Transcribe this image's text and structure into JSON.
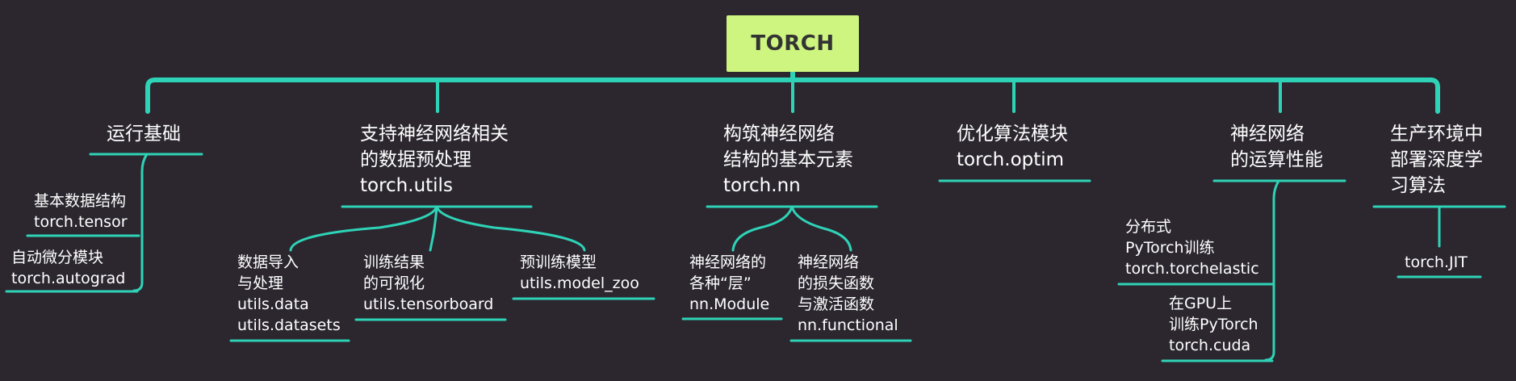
{
  "colors": {
    "background": "#2c272f",
    "connector": "#2ed3b7",
    "root_fill": "#cdf57f",
    "text": "#ffffff",
    "root_text": "#333333"
  },
  "root": {
    "label": "TORCH"
  },
  "branches": [
    {
      "label": "运行基础",
      "children": [
        {
          "label": "基本数据结构\ntorch.tensor"
        },
        {
          "label": "自动微分模块\ntorch.autograd"
        }
      ]
    },
    {
      "label": "支持神经网络相关\n的数据预处理\ntorch.utils",
      "children": [
        {
          "label": "数据导入\n与处理\nutils.data\nutils.datasets"
        },
        {
          "label": "训练结果\n的可视化\nutils.tensorboard"
        },
        {
          "label": "预训练模型\nutils.model_zoo"
        }
      ]
    },
    {
      "label": "构筑神经网络\n结构的基本元素\ntorch.nn",
      "children": [
        {
          "label": "神经网络的\n各种“层”\nnn.Module"
        },
        {
          "label": "神经网络\n的损失函数\n与激活函数\nnn.functional"
        }
      ]
    },
    {
      "label": "优化算法模块\ntorch.optim",
      "children": []
    },
    {
      "label": "神经网络\n的运算性能",
      "children": [
        {
          "label": "分布式\nPyTorch训练\ntorch.torchelastic"
        },
        {
          "label": "在GPU上\n训练PyTorch\ntorch.cuda"
        }
      ]
    },
    {
      "label": "生产环境中\n部署深度学\n习算法",
      "children": [
        {
          "label": "torch.JIT"
        }
      ]
    }
  ]
}
